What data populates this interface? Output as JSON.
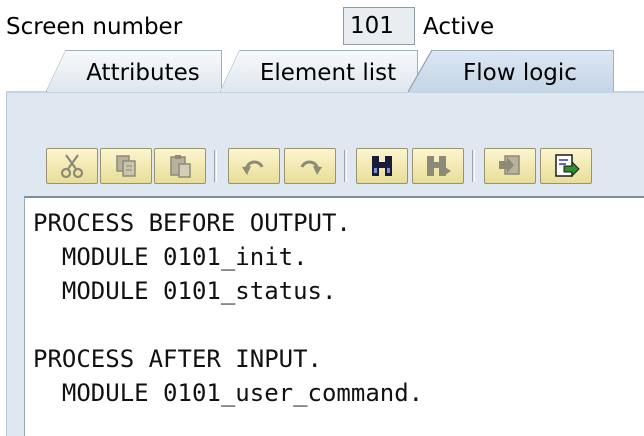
{
  "header": {
    "screen_label": "Screen number",
    "screen_number": "101",
    "status": "Active"
  },
  "tabs": [
    {
      "label": "Attributes",
      "active": false
    },
    {
      "label": "Element list",
      "active": false
    },
    {
      "label": "Flow logic",
      "active": true
    }
  ],
  "toolbar": {
    "buttons": [
      {
        "icon": "scissors-icon",
        "enabled": false
      },
      {
        "icon": "copy-icon",
        "enabled": false
      },
      {
        "icon": "paste-icon",
        "enabled": false
      },
      {
        "icon": "undo-icon",
        "enabled": false
      },
      {
        "icon": "redo-icon",
        "enabled": false
      },
      {
        "icon": "binoculars-icon",
        "enabled": true
      },
      {
        "icon": "find-next-icon",
        "enabled": false
      },
      {
        "icon": "insert-template-icon",
        "enabled": false
      },
      {
        "icon": "export-icon",
        "enabled": true
      }
    ]
  },
  "editor": {
    "lines": [
      "PROCESS BEFORE OUTPUT.",
      "  MODULE 0101_init.",
      "  MODULE 0101_status.",
      "",
      "PROCESS AFTER INPUT.",
      "  MODULE 0101_user_command."
    ]
  },
  "colors": {
    "panel_bg": "#dfe8f1",
    "button_bg": "#fcf6cf",
    "icon_disabled": "#8d8a78",
    "icon_enabled": "#000000"
  }
}
